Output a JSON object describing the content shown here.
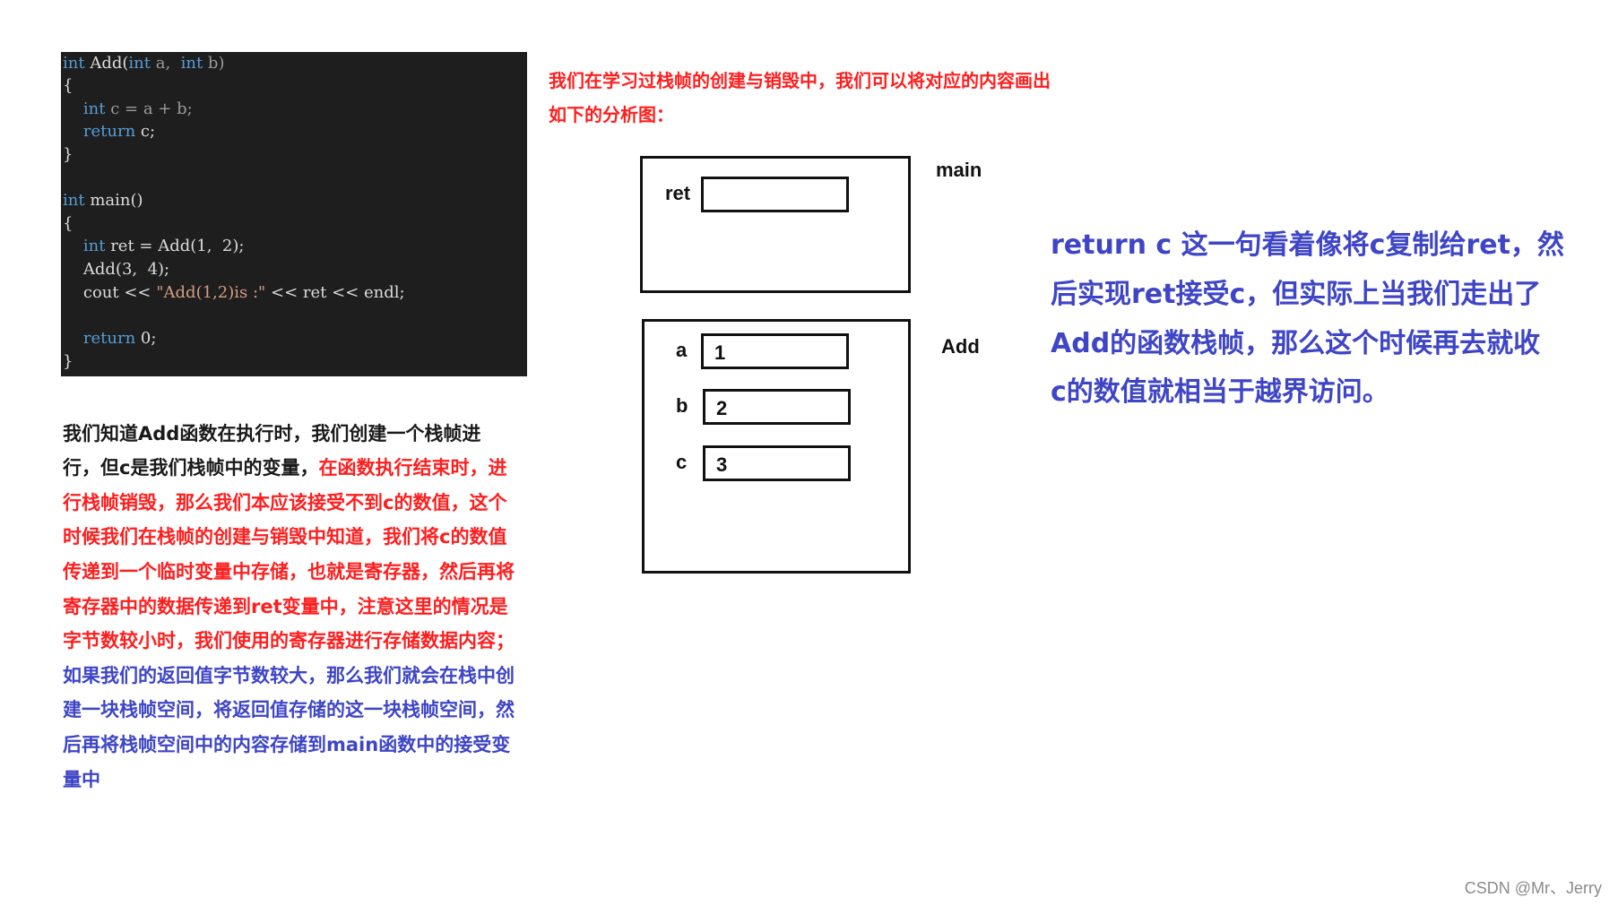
{
  "code": {
    "l1": {
      "a": "int",
      "b": " Add(",
      "c": "int",
      "d": " a,  ",
      "e": "int",
      "f": " b)"
    },
    "l2": "{",
    "l3": {
      "a": "    int",
      "b": " c = a + b;"
    },
    "l4": {
      "a": "    return",
      "b": " c;"
    },
    "l5": "}",
    "l7": {
      "a": "int",
      "b": " main()"
    },
    "l8": "{",
    "l9": {
      "a": "    int",
      "b": " ret = Add(1,  2);"
    },
    "l10": "    Add(3,  4);",
    "l11": {
      "a": "    cout << ",
      "b": "\"Add(1,2)is :\"",
      "c": " << ret << endl;"
    },
    "l13": {
      "a": "    return",
      "b": " 0;"
    },
    "l14": "}"
  },
  "top_note": {
    "line1": "我们在学习过栈帧的创建与销毁中，我们可以将对应的内容画出",
    "line2": "如下的分析图："
  },
  "diagram": {
    "main_label": "main",
    "add_label": "Add",
    "ret_label": "ret",
    "ret_value": "",
    "vars": [
      {
        "name": "a",
        "value": "1"
      },
      {
        "name": "b",
        "value": "2"
      },
      {
        "name": "c",
        "value": "3"
      }
    ]
  },
  "left_para": {
    "r1": "我们知道Add函数在执行时，我们创建一个栈帧进",
    "r2_black": "行，但c是我们栈帧中的变量，",
    "r2_red": "在函数执行结束时，进",
    "r3": "行栈帧销毁，那么我们本应该接受不到c的数值，这个",
    "r4": "时候我们在栈帧的创建与销毁中知道，我们将c的数值",
    "r5": "传递到一个临时变量中存储，也就是寄存器，然后再将",
    "r6": "寄存器中的数据传递到ret变量中，注意这里的情况是",
    "r7": "字节数较小时，我们使用的寄存器进行存储数据内容；",
    "r8": "如果我们的返回值字节数较大，那么我们就会在栈中创",
    "r9": "建一块栈帧空间，将返回值存储的这一块栈帧空间，然",
    "r10": "后再将栈帧空间中的内容存储到main函数中的接受变",
    "r11": "量中"
  },
  "right_para": {
    "r1": "return c 这一句看着像将c复制给ret，然",
    "r2": "后实现ret接受c，但实际上当我们走出了",
    "r3": "Add的函数栈帧，那么这个时候再去就收",
    "r4": "c的数值就相当于越界访问。"
  },
  "watermark": "CSDN @Mr、Jerry"
}
